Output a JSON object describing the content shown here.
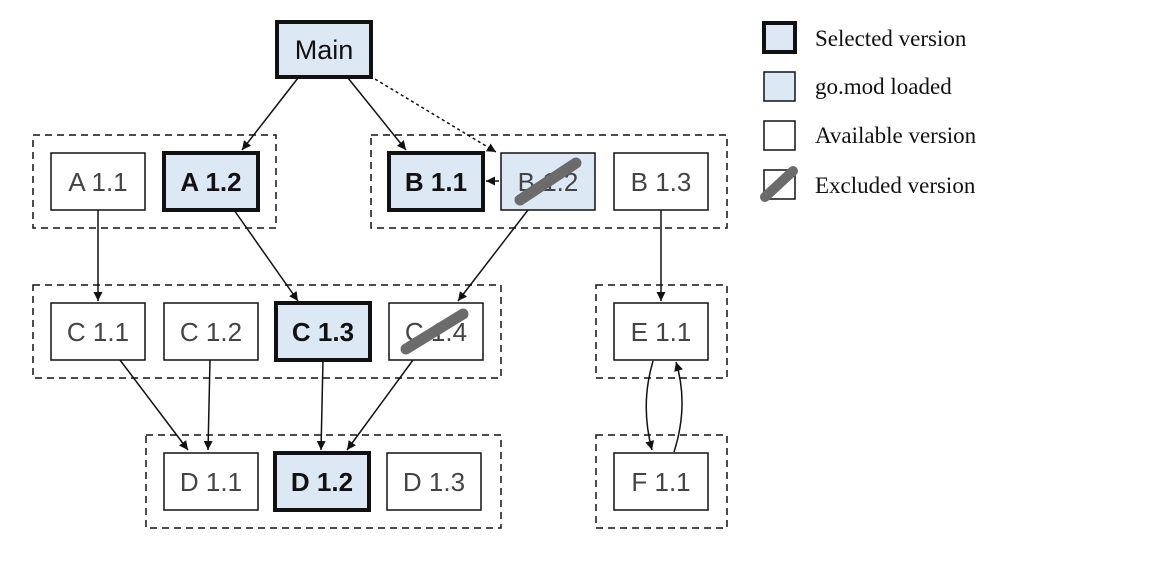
{
  "nodes": {
    "main": "Main",
    "a11": "A 1.1",
    "a12": "A 1.2",
    "b11": "B 1.1",
    "b12": "B 1.2",
    "b13": "B 1.3",
    "c11": "C 1.1",
    "c12": "C 1.2",
    "c13": "C 1.3",
    "c14": "C 1.4",
    "d11": "D 1.1",
    "d12": "D 1.2",
    "d13": "D 1.3",
    "e11": "E 1.1",
    "f11": "F 1.1"
  },
  "legend": {
    "selected": "Selected version",
    "loaded": "go.mod loaded",
    "available": "Available version",
    "excluded": "Excluded version"
  },
  "colors": {
    "loaded_fill": "#dde8f5",
    "strike": "#6b6b6b",
    "stroke": "#111111"
  }
}
